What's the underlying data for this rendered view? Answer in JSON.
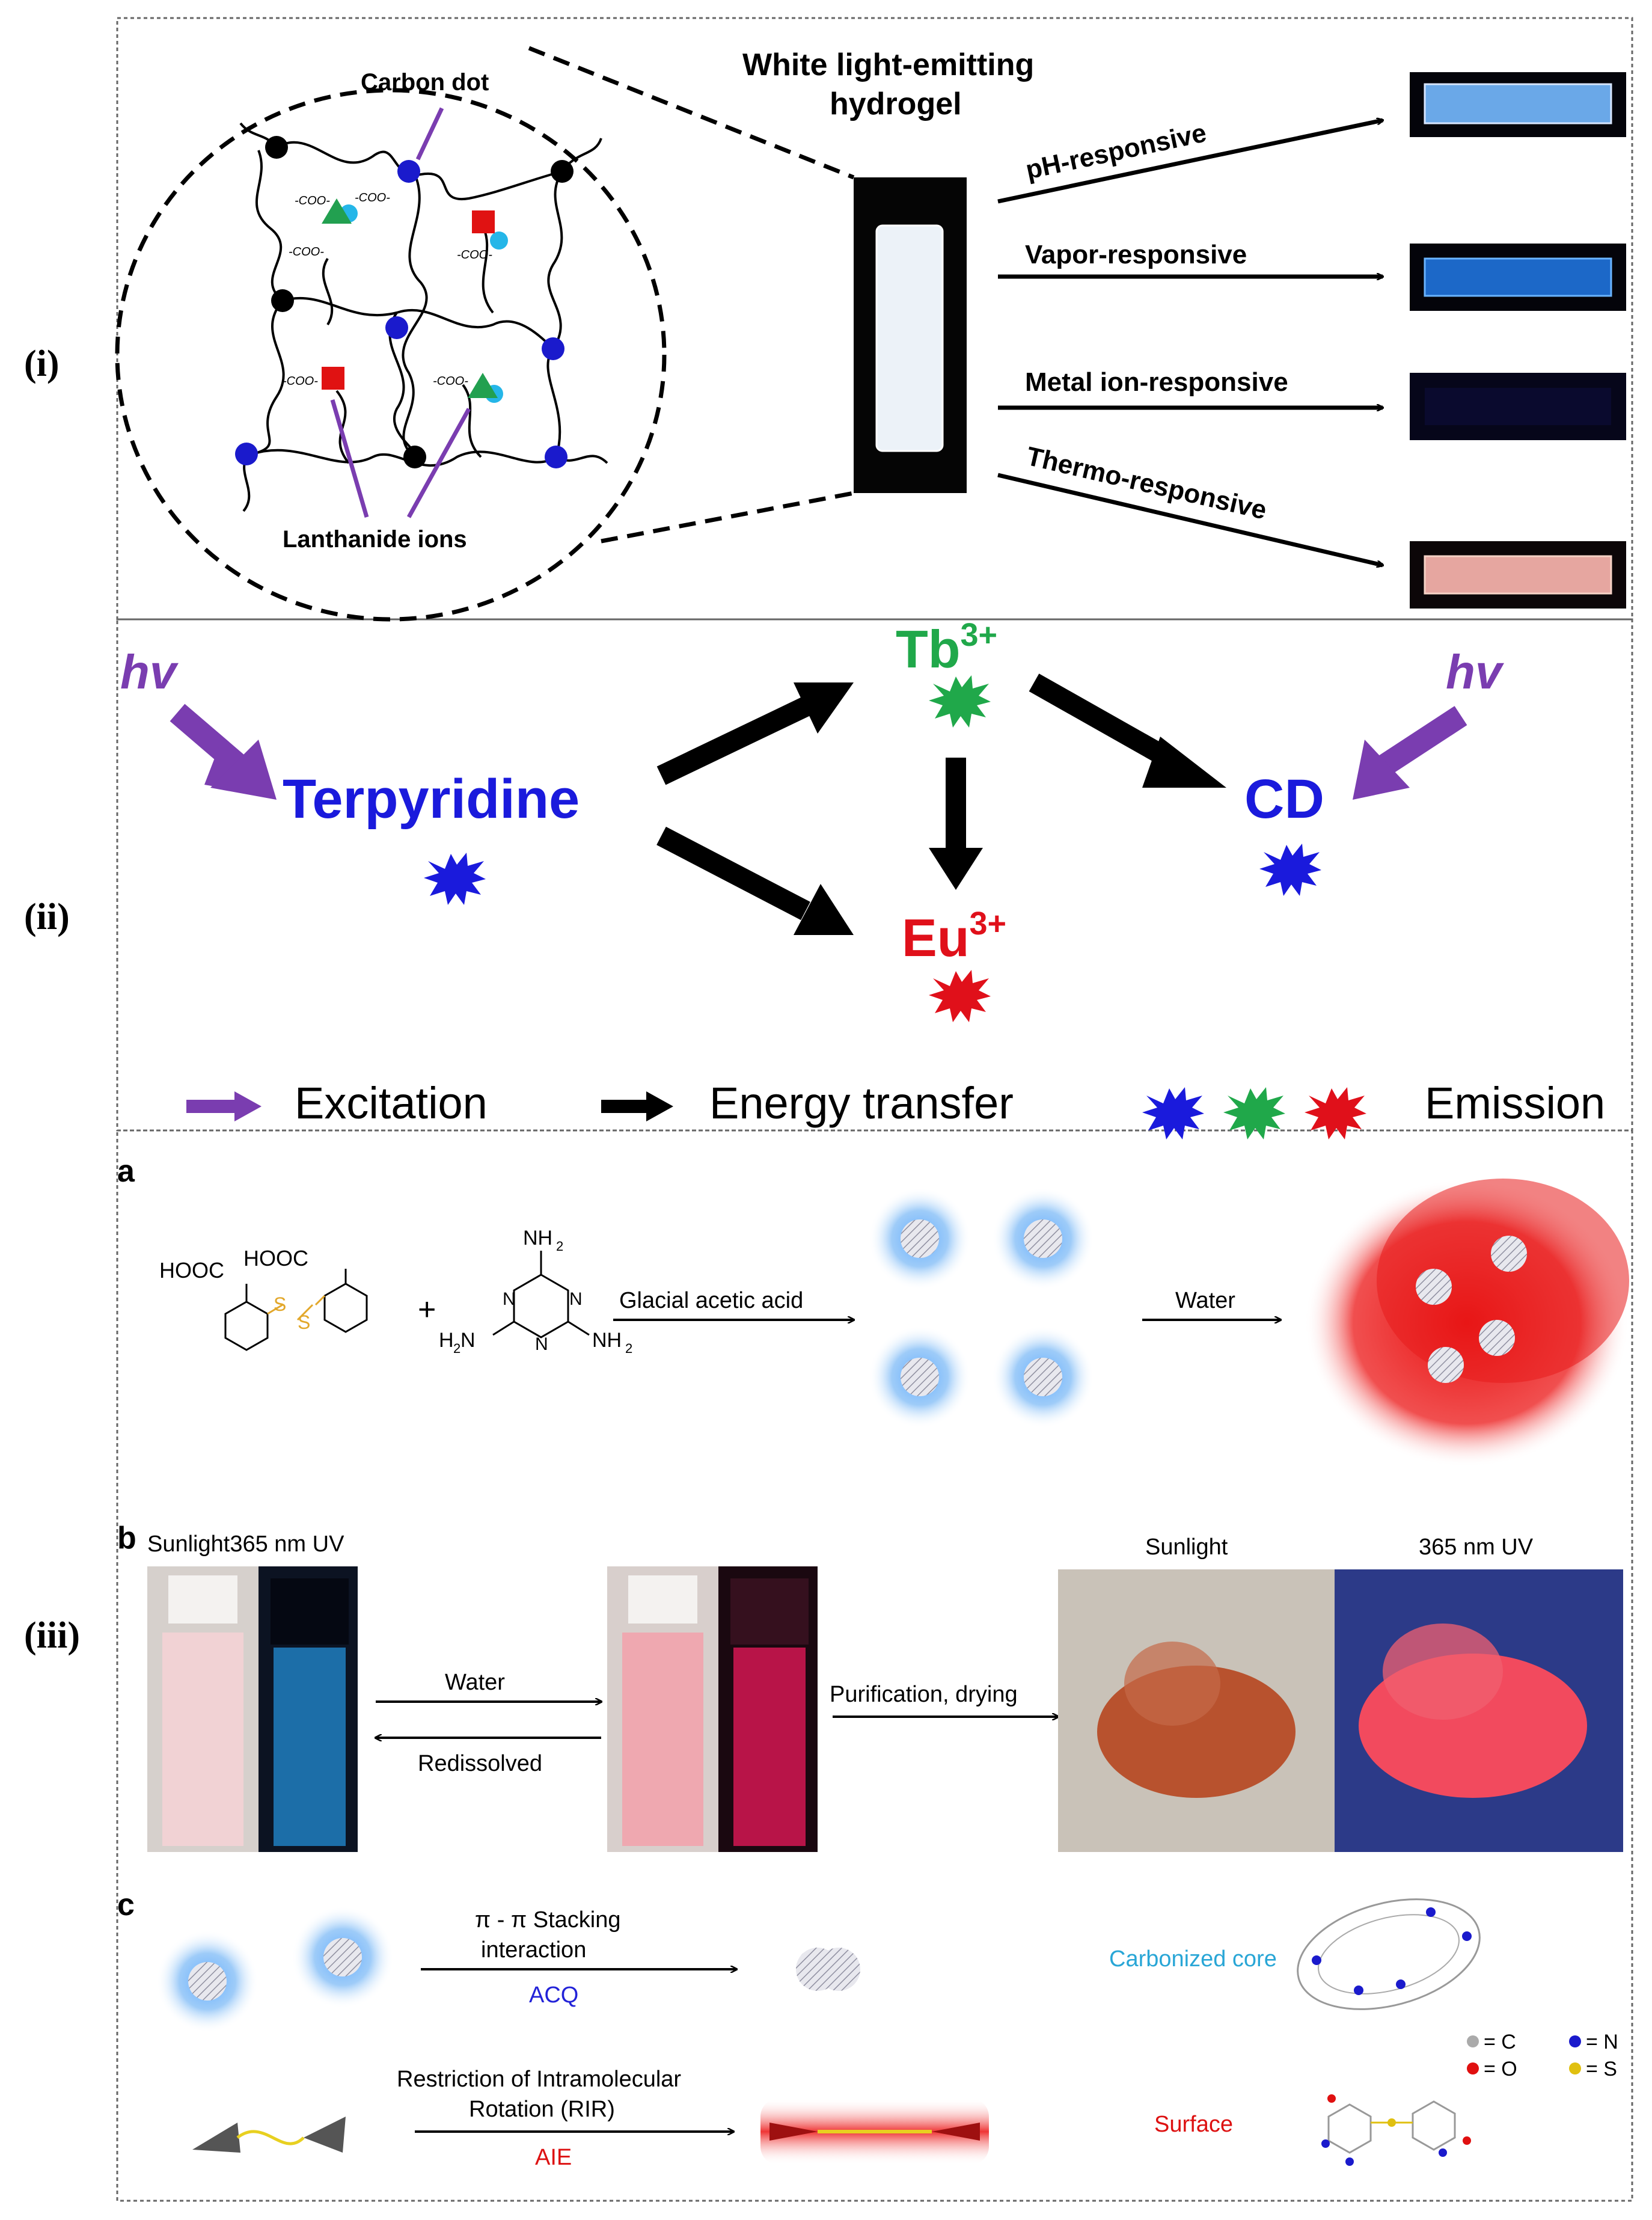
{
  "panel_labels": {
    "i": "(i)",
    "ii": "(ii)",
    "iii": "(iii)",
    "a": "a",
    "b": "b",
    "c": "c"
  },
  "panel_i": {
    "carbon_dot_label": "Carbon dot",
    "lanthanide_label": "Lanthanide ions",
    "coo_label": "-COO-",
    "hydrogel_title_line1": "White light-emitting",
    "hydrogel_title_line2": "hydrogel",
    "responses": [
      "pH-responsive",
      "Vapor-responsive",
      "Metal ion-responsive",
      "Thermo-responsive"
    ]
  },
  "panel_ii": {
    "hv_left": "hv",
    "hv_right": "hv",
    "terpyridine": "Terpyridine",
    "tb_base": "Tb",
    "tb_sup": "3+",
    "eu_base": "Eu",
    "eu_sup": "3+",
    "cd": "CD",
    "legend_excitation": "Excitation",
    "legend_energy": "Energy transfer",
    "legend_emission": "Emission"
  },
  "panel_a": {
    "cooh1": "HOOC",
    "cooh2": "HOOC",
    "s1": "S",
    "s2": "S",
    "plus": "+",
    "nh2_top": "NH",
    "nh2_left": "H",
    "nh2_right": "NH",
    "n_label": "N",
    "arrow1_label": "Glacial acetic acid",
    "arrow2_label": "Water"
  },
  "panel_b": {
    "sunlight_uv_label": "Sunlight365 nm UV",
    "water_label": "Water",
    "redissolved_label": "Redissolved",
    "purification_label": "Purification, drying",
    "sunlight_label": "Sunlight",
    "uv_label": "365 nm UV"
  },
  "panel_c": {
    "pi_line1": "π - π Stacking",
    "pi_line2": "interaction",
    "acq_label": "ACQ",
    "rir_line1": "Restriction of Intramolecular",
    "rir_line2": "Rotation (RIR)",
    "aie_label": "AIE",
    "core_label": "Carbonized core",
    "surface_label": "Surface",
    "legend_c": "= C",
    "legend_n": "= N",
    "legend_o": "= O",
    "legend_s": "= S"
  },
  "colors": {
    "blue_emission": "#1a1adc",
    "green_emission": "#20a84a",
    "red_emission": "#e0101a",
    "purple_arrow": "#7a3db0",
    "acq_blue": "#2222d8",
    "aie_red": "#dd1111",
    "core_cyan": "#29a6d6"
  }
}
